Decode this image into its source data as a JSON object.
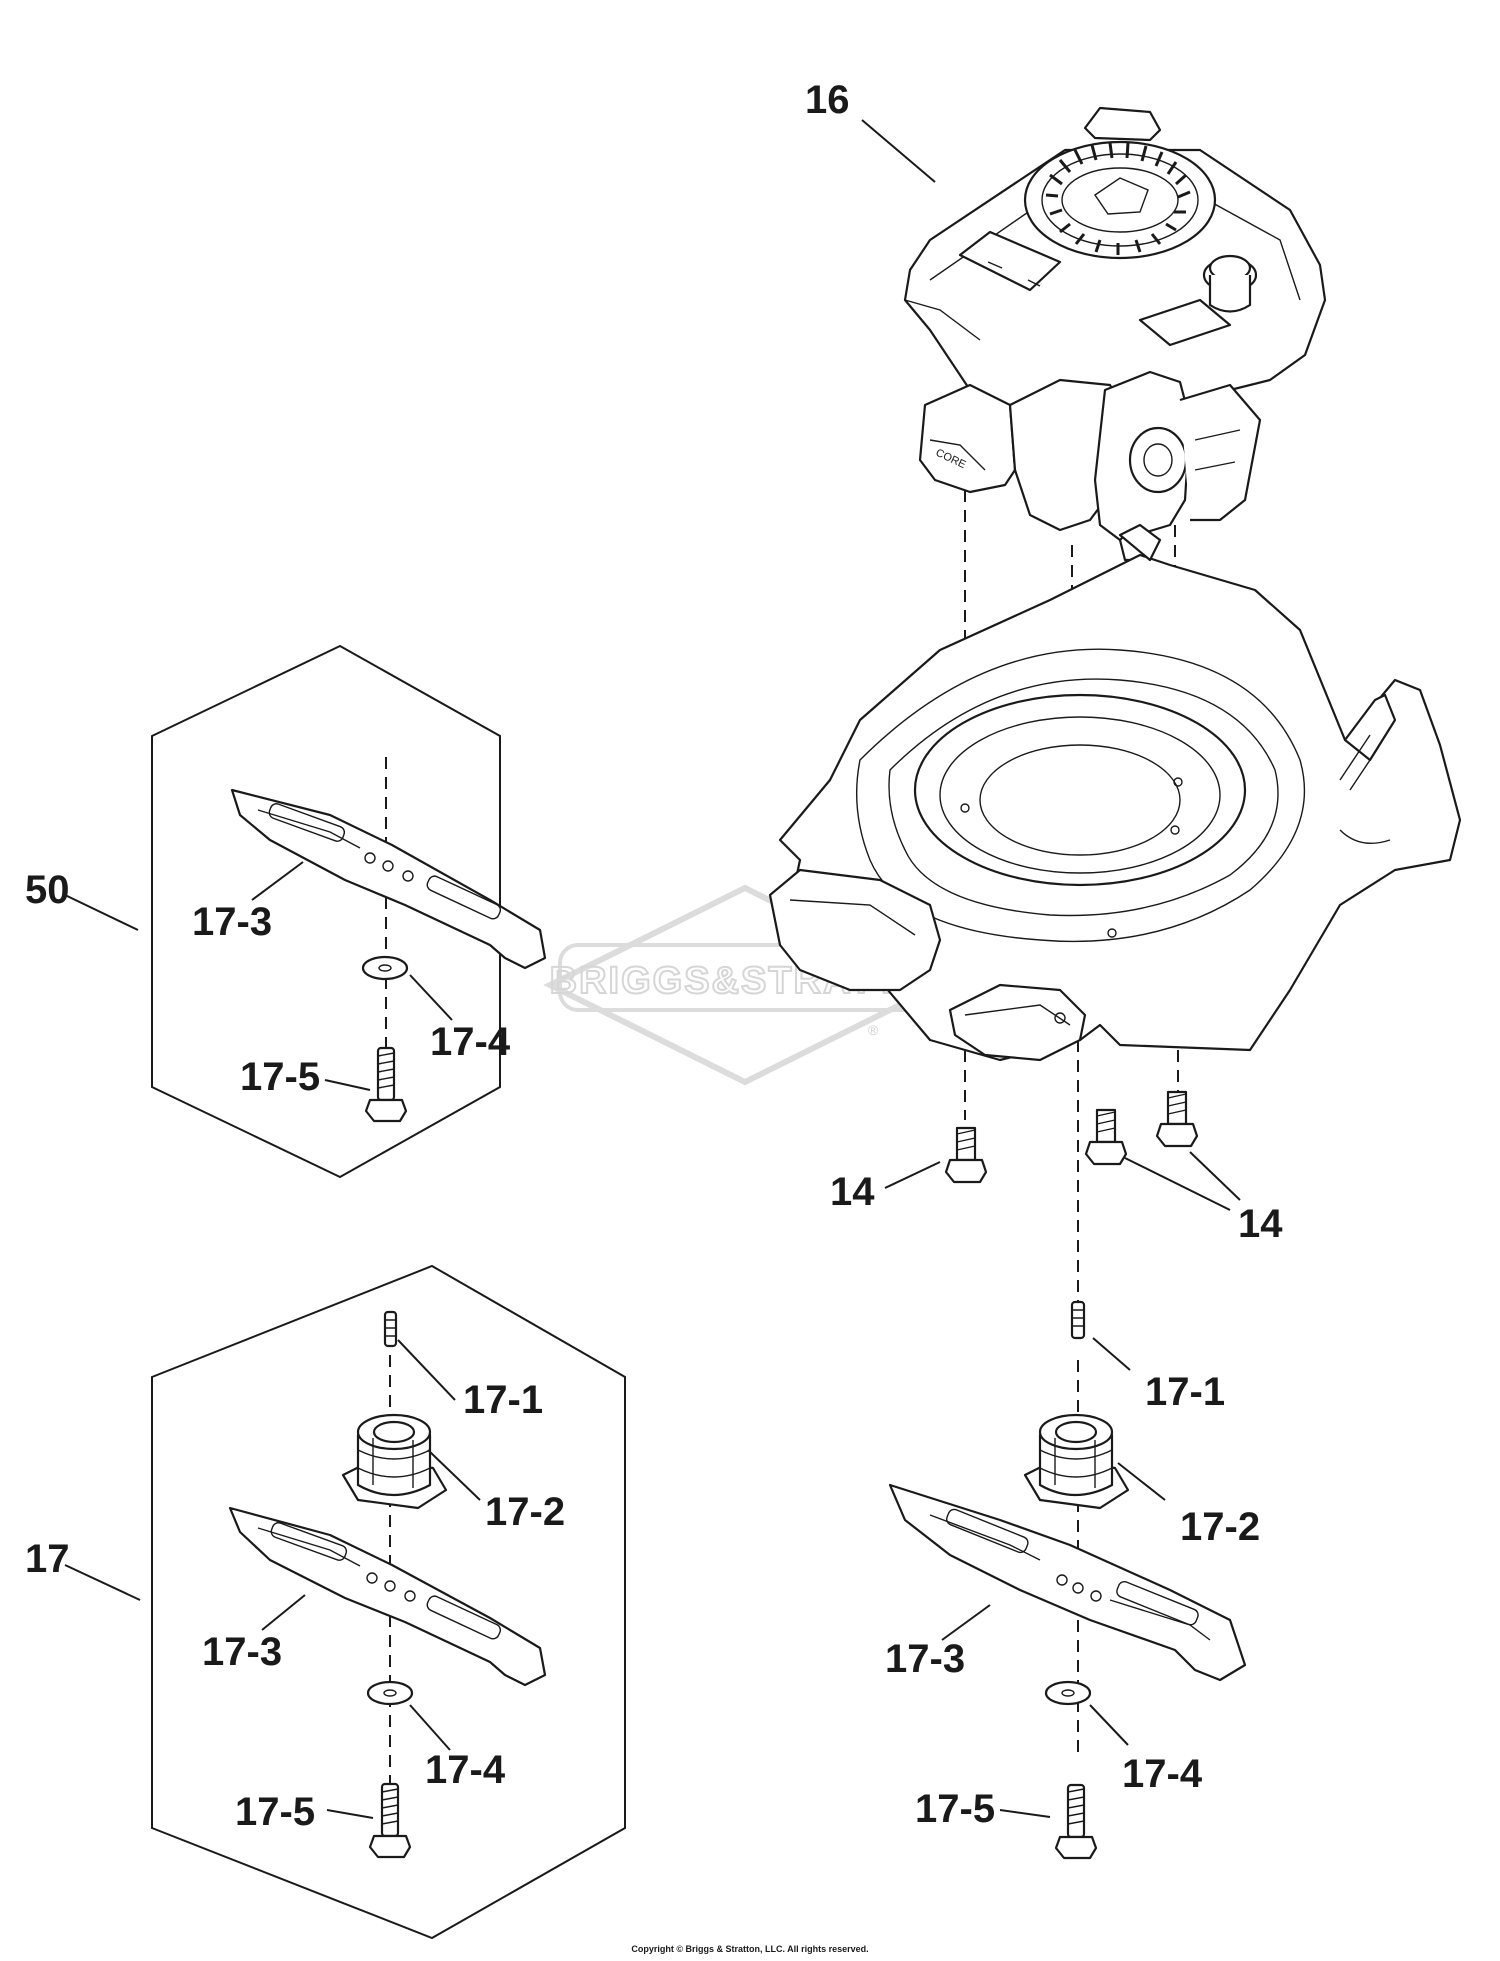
{
  "callouts": {
    "engine": "16",
    "kit_50": "50",
    "kit_17": "17",
    "bolt_left": "14",
    "bolt_right": "14",
    "k50_blade": "17-3",
    "k50_washer": "17-4",
    "k50_bolt": "17-5",
    "k17_key": "17-1",
    "k17_adapter": "17-2",
    "k17_blade": "17-3",
    "k17_washer": "17-4",
    "k17_bolt": "17-5",
    "main_key": "17-1",
    "main_adapter": "17-2",
    "main_blade": "17-3",
    "main_washer": "17-4",
    "main_bolt": "17-5"
  },
  "watermark": {
    "brand": "BRIGGS&STRATTON",
    "registered": "®"
  },
  "copyright": "Copyright © Briggs & Stratton, LLC. All rights reserved.",
  "colors": {
    "line": "#1a1a1a",
    "watermark": "#d6d6d6",
    "background": "#ffffff"
  }
}
